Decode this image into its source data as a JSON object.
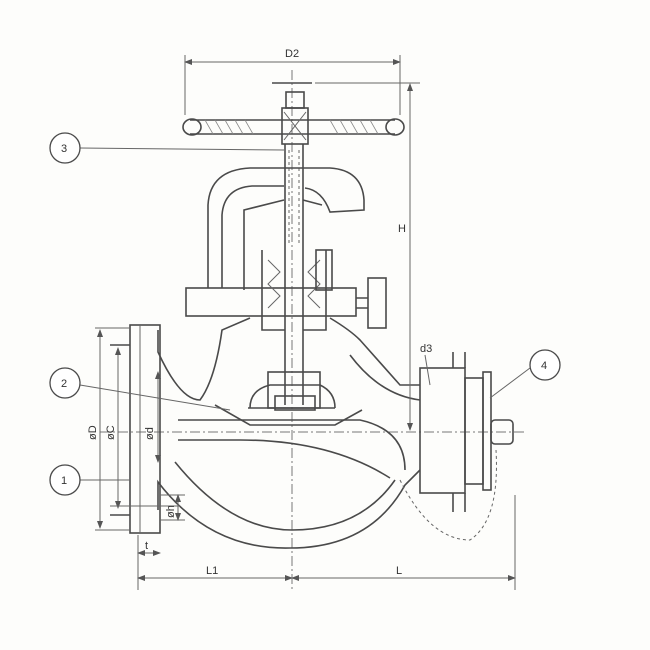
{
  "dimensions": {
    "D2": "D2",
    "H": "H",
    "d3": "d3",
    "D": "øD",
    "C": "øC",
    "d": "ød",
    "h": "øh",
    "t": "t",
    "L1": "L1",
    "L": "L"
  },
  "balloons": [
    "1",
    "2",
    "3",
    "4"
  ]
}
